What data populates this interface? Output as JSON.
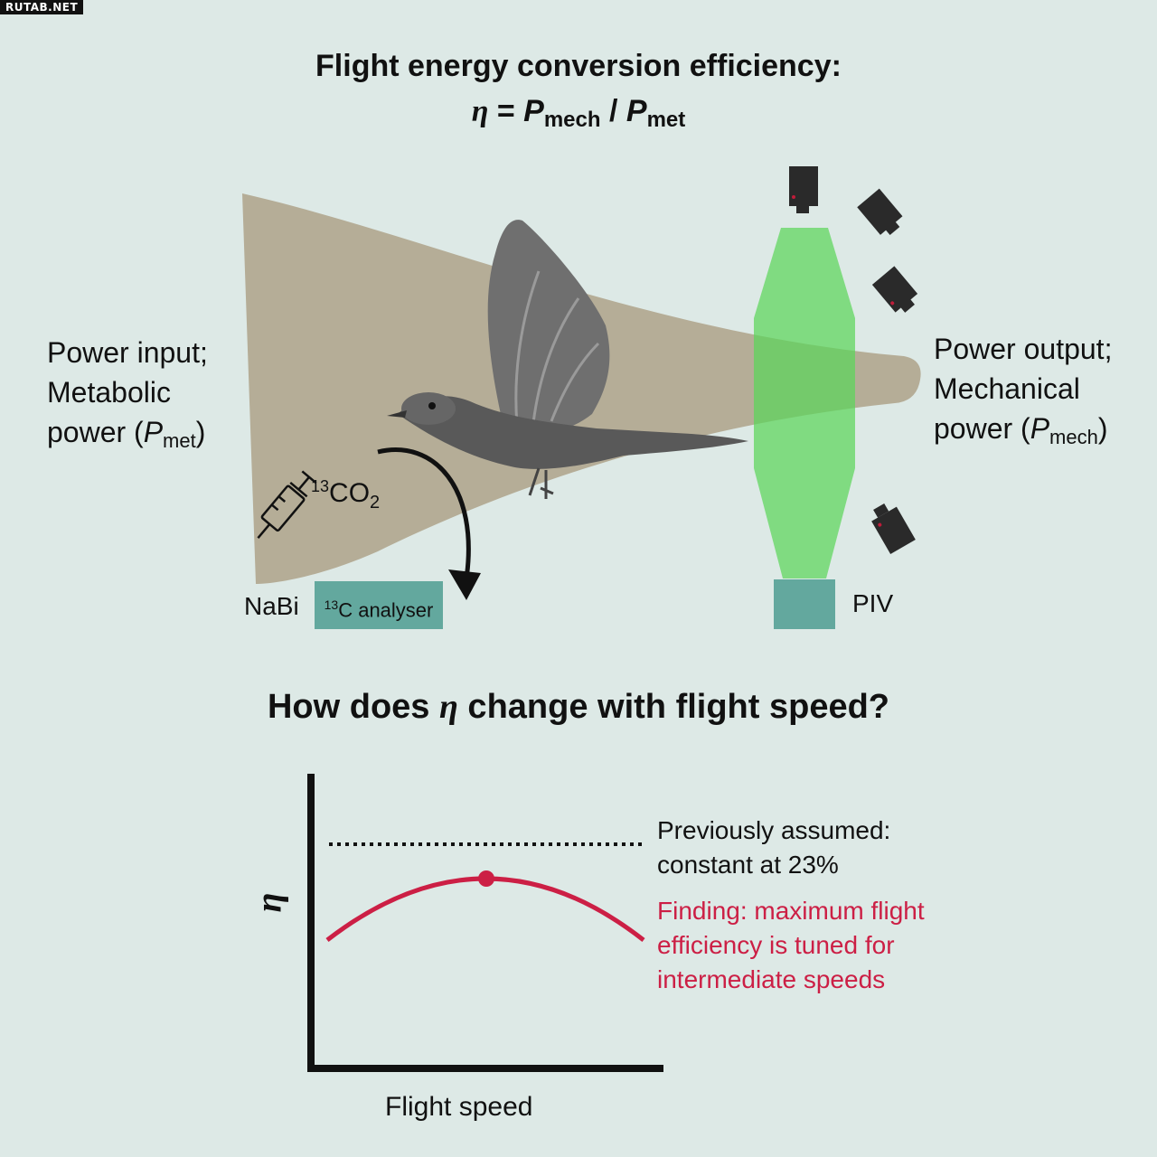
{
  "watermark": "RUTAB.NET",
  "header": {
    "title": "Flight energy conversion efficiency:",
    "formula_eta": "η",
    "formula_eq": " = ",
    "formula_p1": "P",
    "formula_sub1": "mech",
    "formula_div": " / ",
    "formula_p2": "P",
    "formula_sub2": "met"
  },
  "left_label": {
    "line1": "Power input;",
    "line2": "Metabolic",
    "line3_pre": "power (",
    "line3_p": "P",
    "line3_sub": "met",
    "line3_post": ")"
  },
  "right_label": {
    "line1": "Power output;",
    "line2": "Mechanical",
    "line3_pre": "power (",
    "line3_p": "P",
    "line3_sub": "mech",
    "line3_post": ")"
  },
  "co2": {
    "sup": "13",
    "main": "CO",
    "sub": "2"
  },
  "analyser": {
    "prefix": "NaBi",
    "sup": "13",
    "label": "C analyser"
  },
  "piv": {
    "label": "PIV"
  },
  "question": {
    "pre": "How does ",
    "eta": "η",
    "post": " change with flight speed?"
  },
  "graph": {
    "y_label": "η",
    "x_label": "Flight speed",
    "assumed_line1": "Previously assumed:",
    "assumed_line2": "constant at 23%",
    "finding_line1": "Finding: maximum flight",
    "finding_line2": "efficiency is tuned for",
    "finding_line3": "intermediate speeds"
  },
  "colors": {
    "background": "#dde9e6",
    "energy_cone": "#b5ad97",
    "laser": "#5cd65a",
    "instrument": "#63a89e",
    "finding": "#cc1f45",
    "camera": "#2a2a2a"
  },
  "icons": [
    "syringe-icon",
    "bird-icon",
    "camera-icon",
    "arrow-icon"
  ]
}
